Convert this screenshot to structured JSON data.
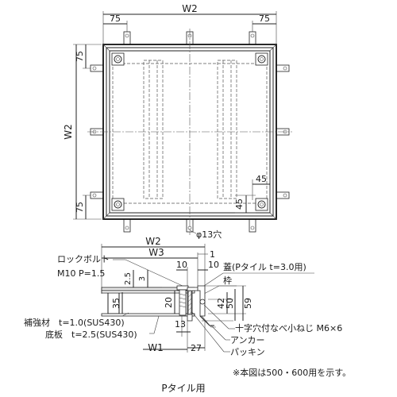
{
  "plan_view": {
    "dim_top_total": "W2",
    "dim_top_left": "75",
    "dim_top_right": "75",
    "dim_left_total": "W2",
    "dim_left_top": "75",
    "dim_left_bottom": "75",
    "dim_corner_h": "45",
    "dim_corner_v": "45",
    "hole_callout": "φ13穴"
  },
  "section_view": {
    "dim_w2": "W2",
    "dim_w3": "W3",
    "dim_1": "1",
    "dim_10a": "10",
    "dim_10b": "10",
    "dim_2_5": "2.5",
    "dim_3": "3",
    "dim_35": "35",
    "dim_42": "42",
    "dim_50": "50",
    "dim_59": "59",
    "dim_20": "20",
    "dim_13": "13",
    "dim_27": "27",
    "dim_w1": "W1",
    "label_lock_bolt": "ロックボルト",
    "label_lock_bolt_spec": "M10 P=1.5",
    "label_cover": "蓋(Pタイル t=3.0用)",
    "label_frame": "枠",
    "label_reinforcement": "補強材　t=1.0(SUS430)",
    "label_bottom_plate": "底板　t=2.5(SUS430)",
    "label_screw": "十字穴付なべ小ねじ M6×6",
    "label_anchor": "アンカー",
    "label_packing": "パッキン"
  },
  "note": "※本図は500・600用を示す。",
  "caption": "Pタイル用"
}
